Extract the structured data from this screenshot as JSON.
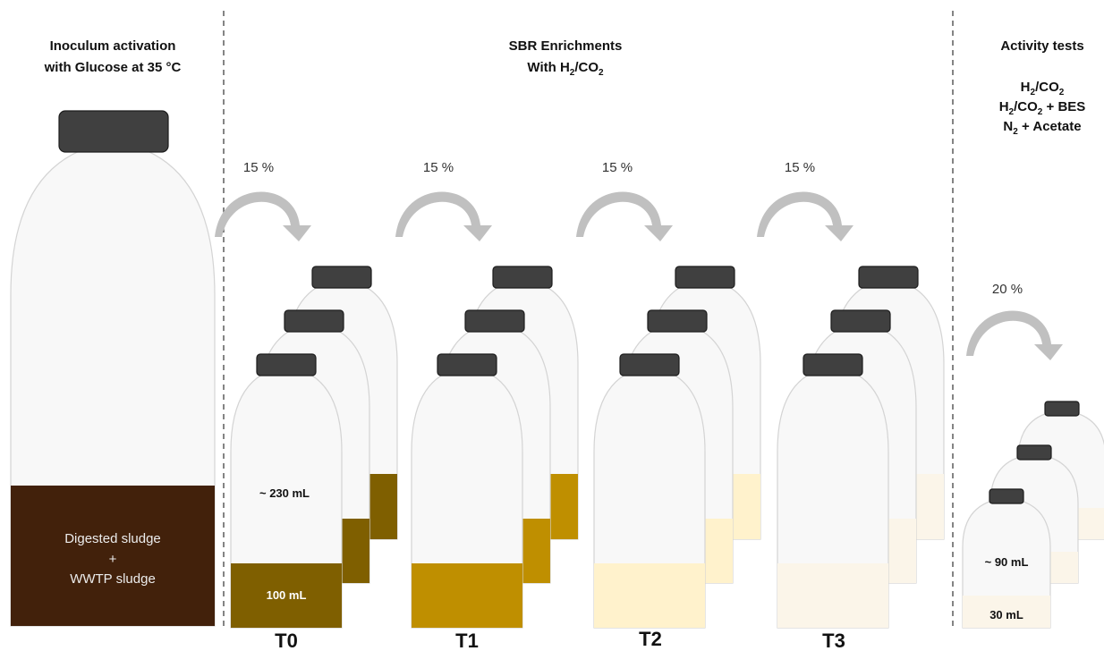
{
  "headers": {
    "inoculum": {
      "line1": "Inoculum activation",
      "line2": "with Glucose at 35 °C"
    },
    "sbr": {
      "line1": "SBR Enrichments",
      "line2_prefix": "With H",
      "line2_sub1": "2",
      "line2_mid": "/CO",
      "line2_sub2": "2"
    },
    "activity": {
      "title": "Activity tests",
      "test1": {
        "a": "H",
        "b": "2",
        "c": "/CO",
        "d": "2"
      },
      "test2": {
        "a": "H",
        "b": "2",
        "c": "/CO",
        "d": "2",
        "e": " + BES"
      },
      "test3": {
        "a": "N",
        "b": "2",
        "c": " + Acetate"
      }
    }
  },
  "big_bottle": {
    "line1": "Digested sludge",
    "line2": "+",
    "line3": "WWTP sludge",
    "sludge_color": "#42210B"
  },
  "transfers": {
    "t0": "15 %",
    "t1": "15 %",
    "t2": "15 %",
    "t3": "15 %",
    "activity": "20 %"
  },
  "groups": {
    "t0": {
      "label": "T0",
      "liquid_color": "#7F5F00",
      "headspace_volume": "~ 230 mL",
      "liquid_volume": "100 mL"
    },
    "t1": {
      "label": "T1",
      "liquid_color": "#BF8F00"
    },
    "t2": {
      "label": "T2",
      "liquid_color": "#FFF2CC"
    },
    "t3": {
      "label": "T3",
      "liquid_color": "#FBF5E9"
    }
  },
  "activity_bottles": {
    "liquid_color": "#FBF5E9",
    "headspace_volume": "~ 90 mL",
    "liquid_volume": "30 mL"
  }
}
